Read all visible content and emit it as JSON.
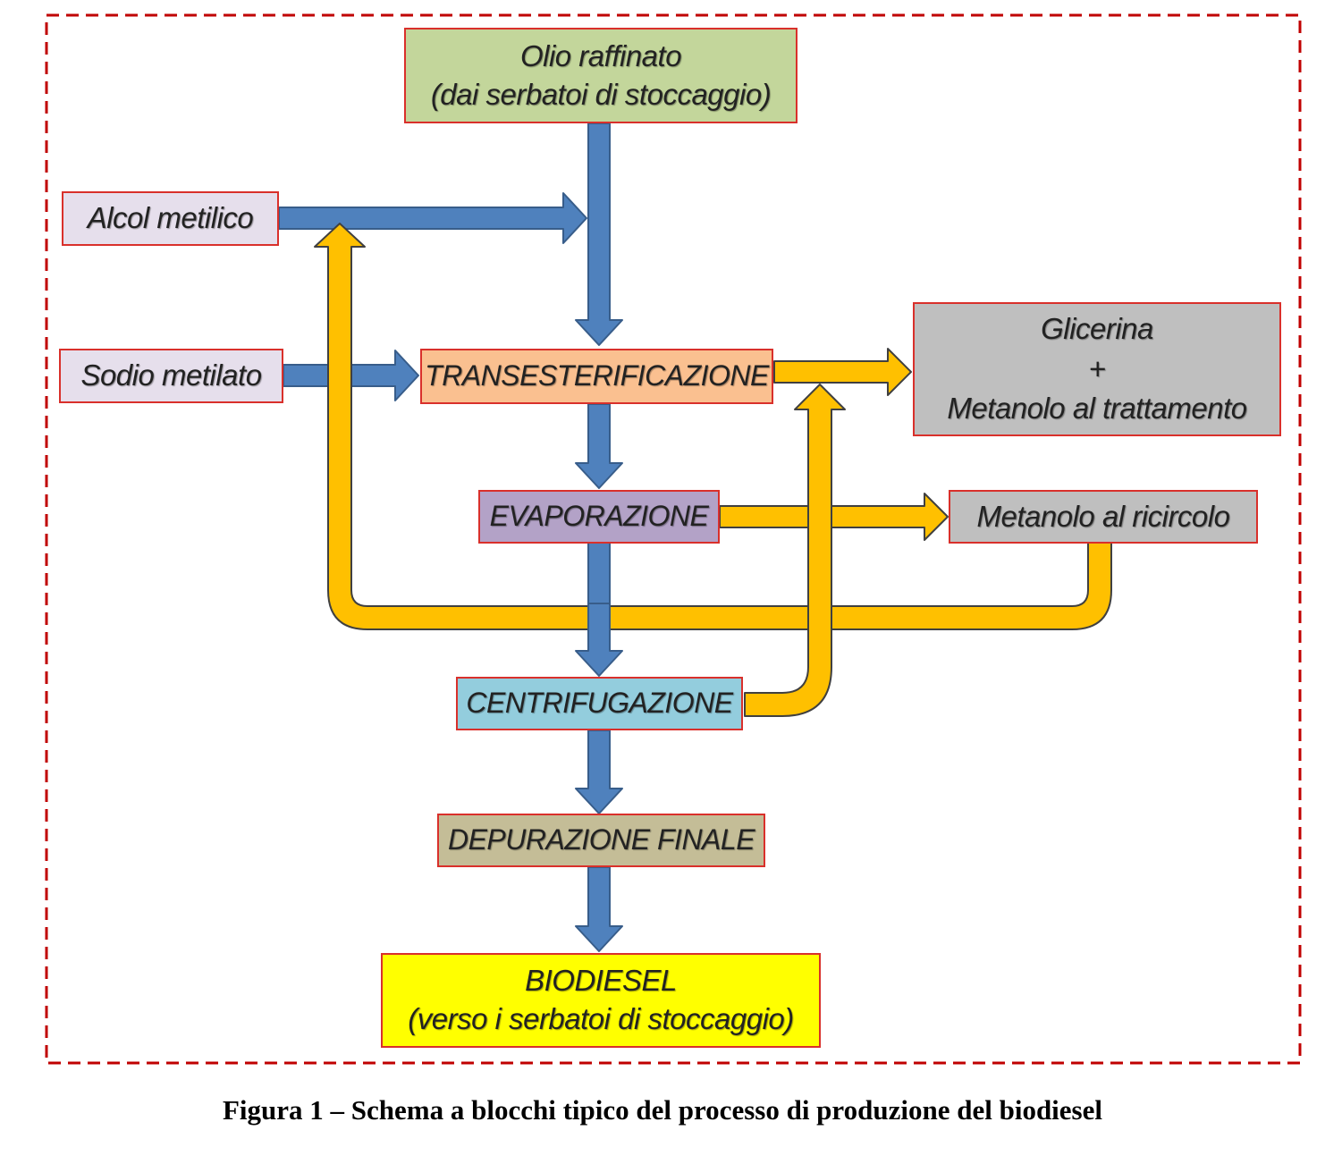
{
  "diagram": {
    "boxes": {
      "olio": {
        "line1": "Olio raffinato",
        "line2": "(dai serbatoi di stoccaggio)",
        "color": "#c3d69b"
      },
      "alcol": {
        "label": "Alcol metilico",
        "color": "#e6dfec"
      },
      "sodio": {
        "label": "Sodio metilato",
        "color": "#e6dfec"
      },
      "trans": {
        "label": "TRANSESTERIFICAZIONE",
        "color": "#fac090"
      },
      "glicerina": {
        "line1": "Glicerina",
        "line2": "+",
        "line3": "Metanolo al trattamento",
        "color": "#bfbfbf"
      },
      "evap": {
        "label": "EVAPORAZIONE",
        "color": "#b3a2c7"
      },
      "ricircolo": {
        "label": "Metanolo al ricircolo",
        "color": "#bfbfbf"
      },
      "centri": {
        "label": "CENTRIFUGAZIONE",
        "color": "#93cddd"
      },
      "depur": {
        "label": "DEPURAZIONE FINALE",
        "color": "#c4bd97"
      },
      "biodiesel": {
        "line1": "BIODIESEL",
        "line2": "(verso i serbatoi di stoccaggio)",
        "color": "#ffff00"
      }
    },
    "colors": {
      "frame": "#c00000",
      "box_border": "#d9302b",
      "flow_main": "#4f81bd",
      "flow_recycle": "#ffc000"
    }
  },
  "caption": "Figura 1 – Schema a blocchi tipico del processo di produzione del biodiesel"
}
